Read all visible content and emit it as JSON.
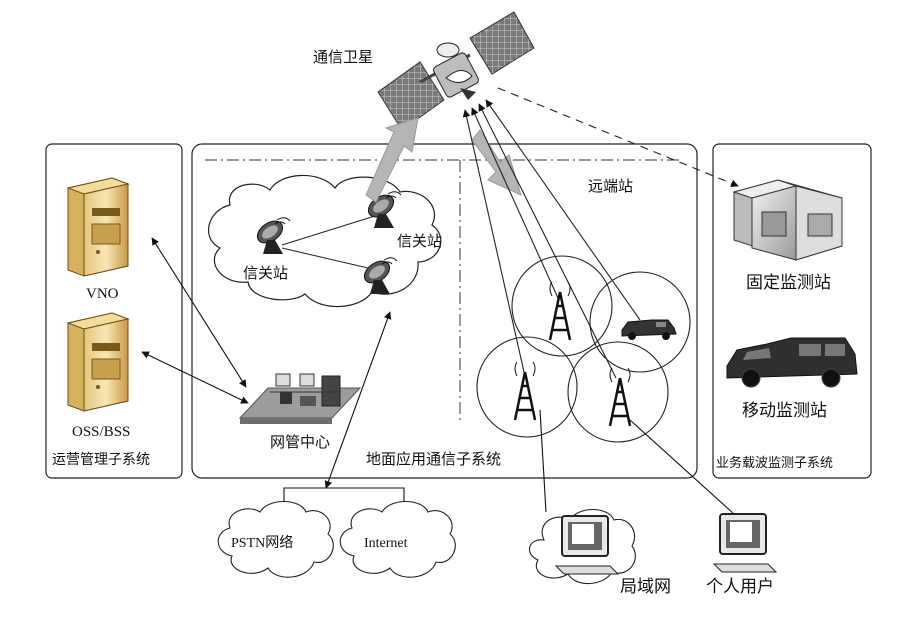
{
  "satellite": {
    "label": "通信卫星"
  },
  "left_panel": {
    "vno": "VNO",
    "oss_bss": "OSS/BSS",
    "title": "运营管理子系统"
  },
  "center_panel": {
    "gateway_a": "信关站",
    "gateway_b": "信关站",
    "nms": "网管中心",
    "remote": "远端站",
    "title": "地面应用通信子系统"
  },
  "right_panel": {
    "fixed": "固定监测站",
    "mobile": "移动监测站",
    "title": "业务载波监测子系统"
  },
  "bottom": {
    "pstn": "PSTN网络",
    "internet": "Internet",
    "lan": "局域网",
    "personal": "个人用户"
  }
}
